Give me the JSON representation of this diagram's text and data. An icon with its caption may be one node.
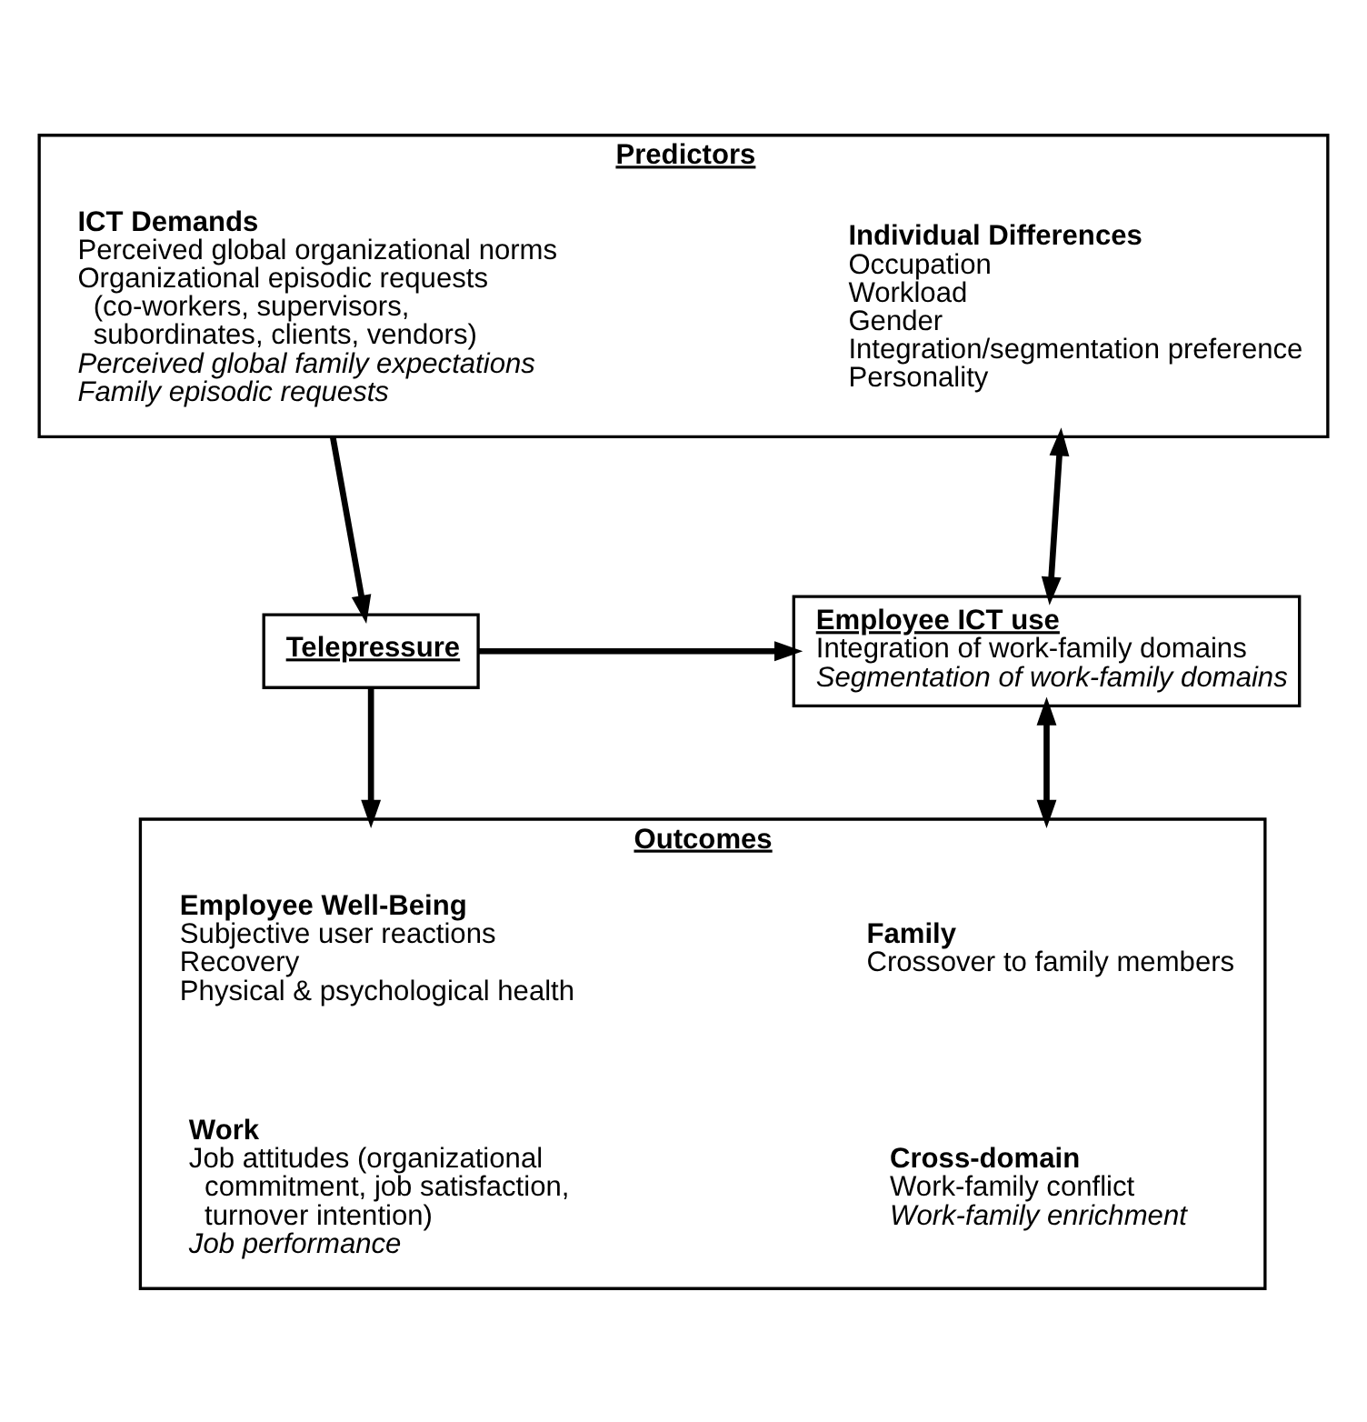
{
  "diagram": {
    "nodes": [
      {
        "text": [
          "Predictors"
        ]
      },
      {
        "text": [
          "ICT Demands",
          "Perceived global organizational norms",
          "Organizational episodic requests (co-workers, supervisors, subordinates, clients, vendors)",
          "Perceived global family expectations",
          "Family episodic requests"
        ],
        "in": 0
      },
      {
        "text": [
          "Individual Differences",
          "Occupation",
          "Workload",
          "Gender",
          "Integration/segmentation preference",
          "Personality"
        ],
        "in": 0
      },
      {
        "text": [
          "Telepressure"
        ]
      },
      {
        "text": [
          "Employee ICT use",
          "Integration of work-family domains",
          "Segmentation of work-family domains"
        ]
      },
      {
        "text": [
          "Outcomes"
        ]
      },
      {
        "text": [
          "Employee Well-Being",
          "Subjective user reactions",
          "Recovery",
          "Physical & psychological health"
        ],
        "in": 5
      },
      {
        "text": [
          "Family",
          "Crossover to family members"
        ],
        "in": 5
      },
      {
        "text": [
          "Work",
          "Job attitudes (organizational commitment, job satisfaction, turnover intention)",
          "Job performance"
        ],
        "in": 5
      },
      {
        "text": [
          "Cross-domain",
          "Work-family conflict",
          "Work-family enrichment"
        ],
        "in": 5
      }
    ],
    "edges": [
      {
        "from": 0,
        "to": 3,
        "arrow": "to"
      },
      {
        "from": 0,
        "to": 4,
        "arrow": "both"
      },
      {
        "from": 3,
        "to": 4,
        "arrow": "to"
      },
      {
        "from": 3,
        "to": 5,
        "arrow": "to"
      },
      {
        "from": 4,
        "to": 5,
        "arrow": "both"
      }
    ]
  }
}
